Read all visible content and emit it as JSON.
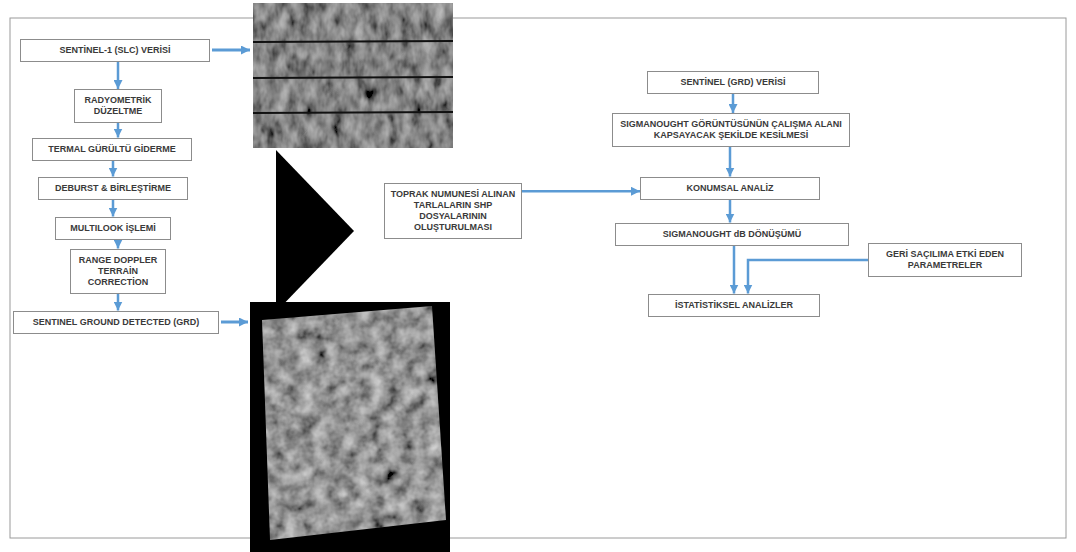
{
  "diagram": {
    "nodes": [
      {
        "text": [
          "SENTİNEL-1 (SLC) VERİSİ"
        ]
      },
      {
        "text": [
          "RADYOMETRİK DÜZELTME"
        ]
      },
      {
        "text": [
          "TERMAL GÜRÜLTÜ GİDERME"
        ]
      },
      {
        "text": [
          "DEBURST & BİRLEŞTİRME"
        ]
      },
      {
        "text": [
          "MULTILOOK İŞLEMİ"
        ]
      },
      {
        "text": [
          "RANGE DOPPLER TERRAİN CORRECTİON"
        ]
      },
      {
        "text": [
          "SENTINEL GROUND DETECTED (GRD)"
        ]
      },
      {
        "text": [
          "TOPRAK NUMUNESİ ALINAN TARLALARIN SHP DOSYALARININ OLUŞTURULMASI"
        ]
      },
      {
        "text": [
          "SENTİNEL (GRD) VERİSİ"
        ]
      },
      {
        "text": [
          "SIGMANOUGHT GÖRÜNTÜSÜNÜN ÇALIŞMA ALANI KAPSAYACAK ŞEKİLDE KESİLMESİ"
        ]
      },
      {
        "text": [
          "KONUMSAL ANALİZ"
        ]
      },
      {
        "text": [
          "SIGMANOUGHT dB DÖNÜŞÜMÜ"
        ]
      },
      {
        "text": [
          "GERİ SAÇILIMA ETKİ EDEN PARAMETRELER"
        ]
      },
      {
        "text": [
          "İSTATİSTİKSEL ANALİZLER"
        ]
      }
    ],
    "edges": [
      {
        "from": 0,
        "to": 1,
        "arrow": "to"
      },
      {
        "from": 1,
        "to": 2,
        "arrow": "to"
      },
      {
        "from": 2,
        "to": 3,
        "arrow": "to"
      },
      {
        "from": 3,
        "to": 4,
        "arrow": "to"
      },
      {
        "from": 4,
        "to": 5,
        "arrow": "to"
      },
      {
        "from": 5,
        "to": 6,
        "arrow": "to"
      },
      {
        "from": 8,
        "to": 9,
        "arrow": "to"
      },
      {
        "from": 9,
        "to": 10,
        "arrow": "to"
      },
      {
        "from": 7,
        "to": 10,
        "arrow": "to"
      },
      {
        "from": 10,
        "to": 11,
        "arrow": "to"
      },
      {
        "from": 11,
        "to": 13,
        "arrow": "to"
      },
      {
        "from": 12,
        "to": 13,
        "arrow": "to"
      }
    ]
  }
}
